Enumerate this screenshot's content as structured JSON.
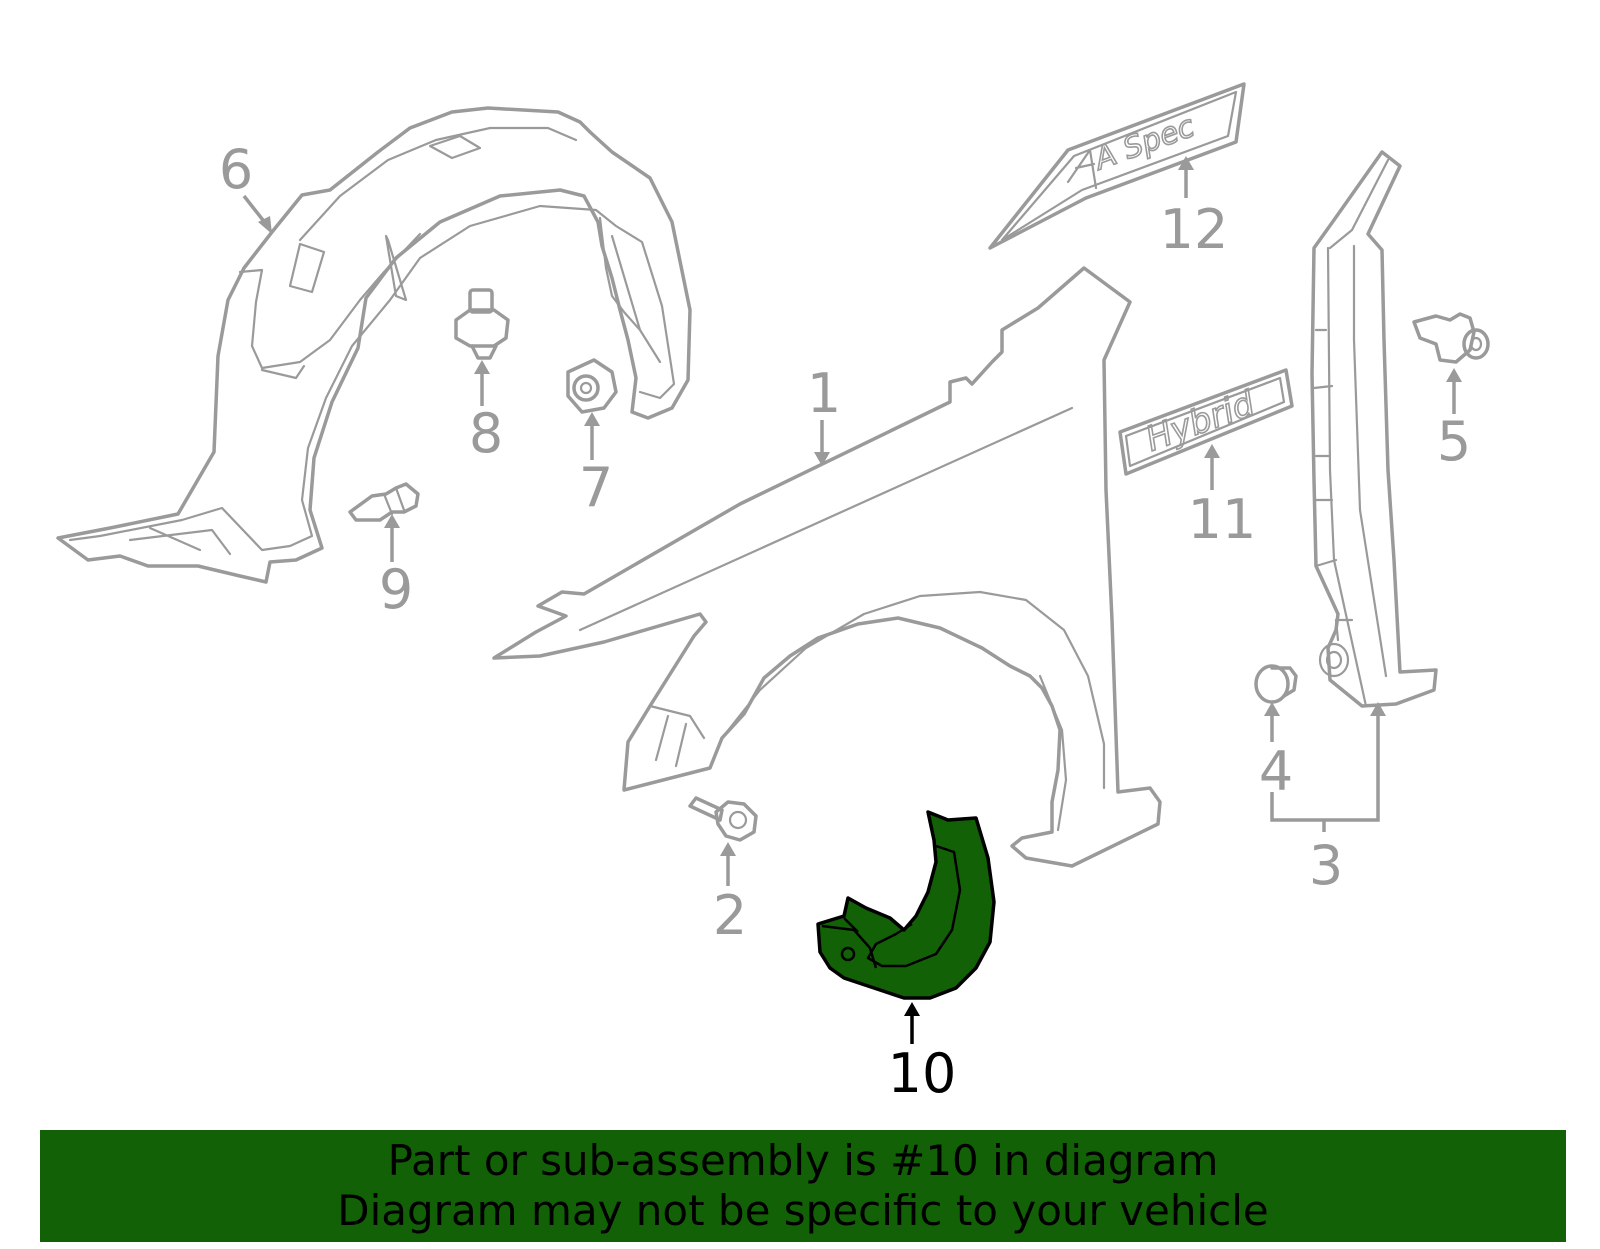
{
  "callouts": [
    {
      "id": "1",
      "label": "1"
    },
    {
      "id": "2",
      "label": "2"
    },
    {
      "id": "3",
      "label": "3"
    },
    {
      "id": "4",
      "label": "4"
    },
    {
      "id": "5",
      "label": "5"
    },
    {
      "id": "6",
      "label": "6"
    },
    {
      "id": "7",
      "label": "7"
    },
    {
      "id": "8",
      "label": "8"
    },
    {
      "id": "9",
      "label": "9"
    },
    {
      "id": "10",
      "label": "10"
    },
    {
      "id": "11",
      "label": "11"
    },
    {
      "id": "12",
      "label": "12"
    }
  ],
  "emblems": {
    "hybrid": "Hybrid",
    "aspec": "A Spec"
  },
  "highlighted_part": "10",
  "colors": {
    "highlight_fill": "#136107",
    "banner_bg": "#136107",
    "part_stroke": "#9a9a9a",
    "text_dark": "#000000"
  },
  "banner": {
    "line1": "Part or sub-assembly is #10 in diagram",
    "line2": "Diagram may not be specific to your vehicle"
  }
}
